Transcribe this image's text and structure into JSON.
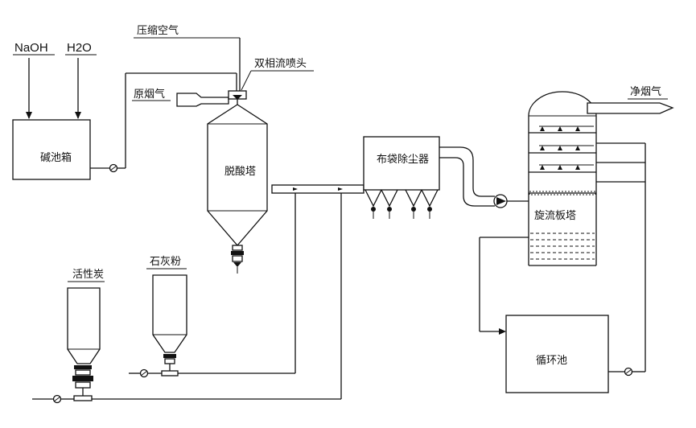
{
  "reagents": {
    "naoh": "NaOH",
    "h2o": "H2O"
  },
  "labels": {
    "compressed_air": "压缩空气",
    "two_phase_nozzle": "双相流喷头",
    "raw_flue_gas": "原烟气",
    "clean_flue_gas": "净烟气",
    "alkali_tank": "碱池箱",
    "deacid_tower": "脱酸塔",
    "bag_filter": "布袋除尘器",
    "rotary_plate_tower": "旋流板塔",
    "activated_carbon": "活性炭",
    "lime_powder": "石灰粉",
    "circulation_tank": "循环池"
  }
}
